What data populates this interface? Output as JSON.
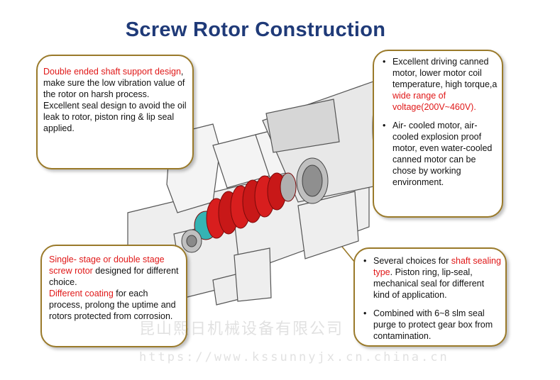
{
  "title": "Screw Rotor Construction",
  "colors": {
    "title": "#1f3a78",
    "highlight": "#e01818",
    "border": "#9a7a2a",
    "rotor": "#d81e1e"
  },
  "callouts": {
    "shaft_support": {
      "highlight": "Double ended shaft support design",
      "text1": ", make sure the low vibration value of the rotor  on harsh process.",
      "text2": "Excellent seal design to avoid the oil leak to rotor, piston ring & lip seal applied."
    },
    "motor": {
      "b1_pre": "Excellent driving canned motor, lower motor coil temperature, high torque,a ",
      "b1_highlight": "wide range of voltage(200V~460V).",
      "b2": "Air- cooled motor, air-cooled explosion proof motor, even water-cooled canned motor can be chose by working environment."
    },
    "rotor": {
      "highlight1": "Single- stage or double stage screw rotor",
      "text1": " designed for different choice.",
      "highlight2": "Different coating",
      "text2": " for each process, prolong the uptime and  rotors protected from corrosion."
    },
    "sealing": {
      "b1_pre": "Several choices for ",
      "b1_highlight": "shaft sealing type",
      "b1_post": ". Piston ring, lip-seal, mechanical seal for different kind of application.",
      "b2": "Combined with 6~8 slm seal purge to protect gear box from contamination."
    }
  },
  "watermark": {
    "company": "昆山熙日机械设备有限公司",
    "url": "https://www.kssunnyjx.cn.china.cn"
  }
}
